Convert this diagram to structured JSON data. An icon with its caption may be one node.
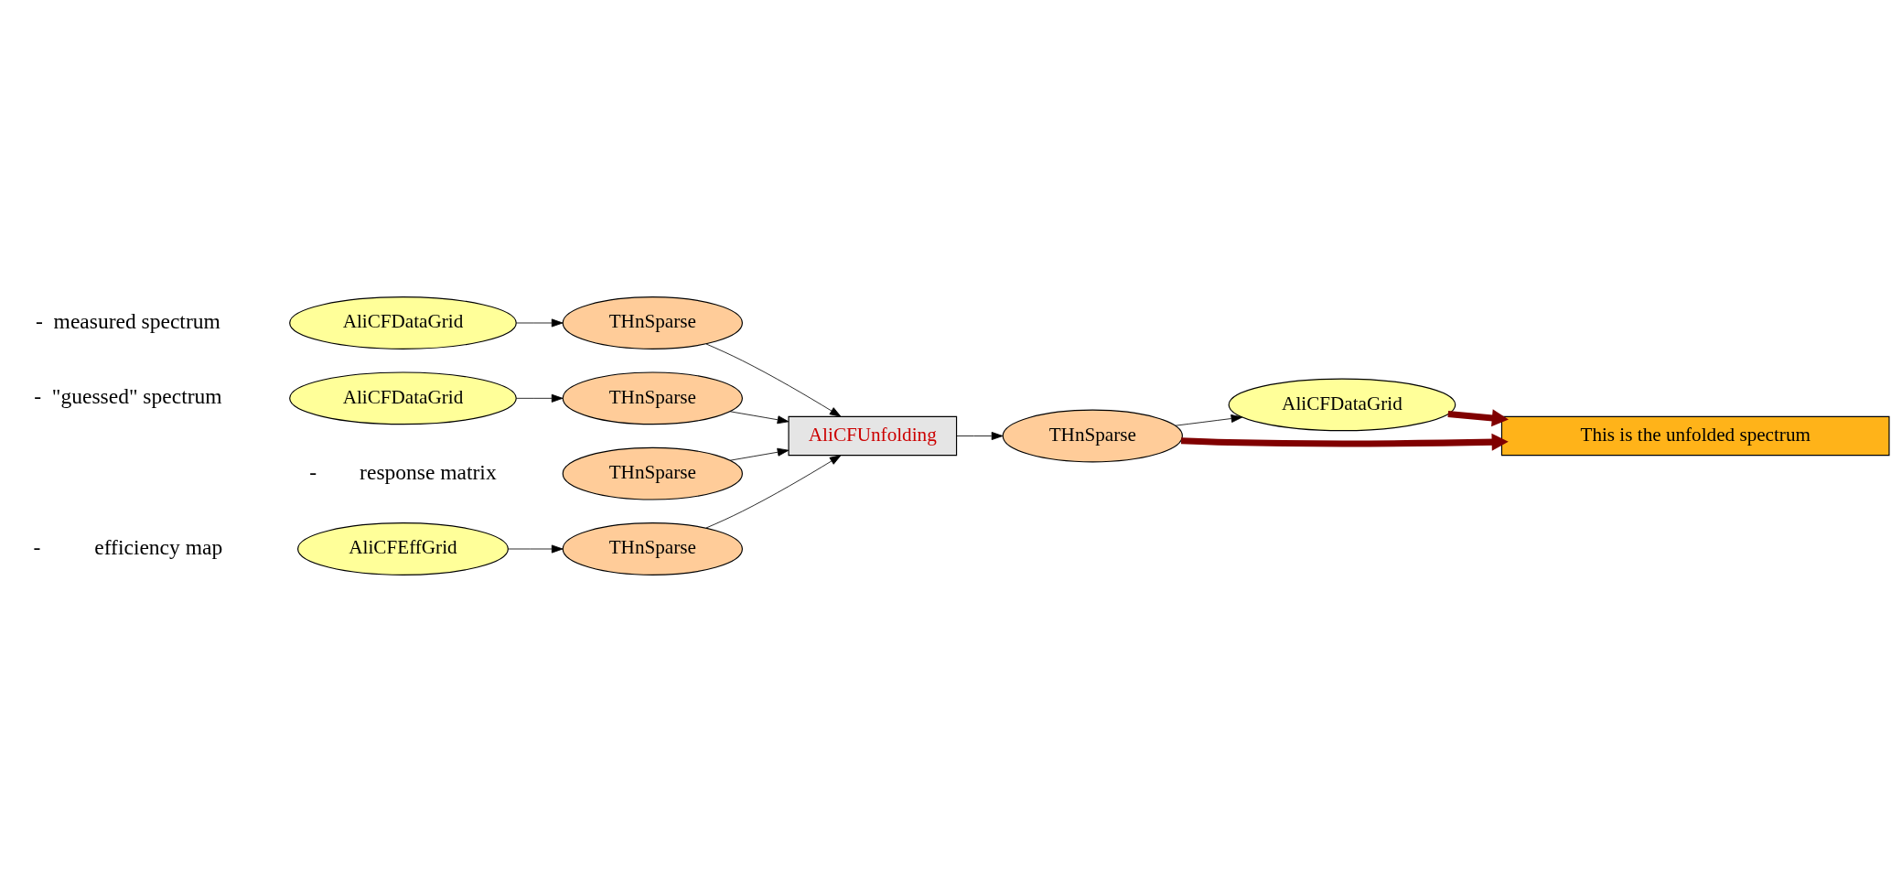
{
  "diagram": {
    "nodes": [
      {
        "text": [
          "AliCFEffGrid"
        ]
      },
      {
        "text": [
          "THnSparse"
        ]
      },
      {
        "text": [
          "AliCFDataGrid"
        ]
      },
      {
        "text": [
          "THnSparse"
        ]
      },
      {
        "text": [
          "AliCFDataGrid"
        ]
      },
      {
        "text": [
          "THnSparse"
        ]
      },
      {
        "text": [
          "THnSparse"
        ]
      },
      {
        "text": [
          "AliCFUnfolding"
        ]
      },
      {
        "text": [
          "THnSparse"
        ]
      },
      {
        "text": [
          "AliCFDataGrid"
        ]
      },
      {
        "text": [
          "This is the unfolded spectrum"
        ]
      }
    ],
    "edges": [
      {
        "from": 0,
        "to": 1,
        "arrow": "to"
      },
      {
        "from": 2,
        "to": 3,
        "arrow": "to"
      },
      {
        "from": 4,
        "to": 5,
        "arrow": "to"
      },
      {
        "from": 1,
        "to": 7,
        "arrow": "to"
      },
      {
        "from": 3,
        "to": 7,
        "arrow": "to"
      },
      {
        "from": 5,
        "to": 7,
        "arrow": "to"
      },
      {
        "from": 6,
        "to": 7,
        "arrow": "to"
      },
      {
        "from": 7,
        "to": 8,
        "arrow": "to"
      },
      {
        "from": 8,
        "to": 9,
        "arrow": "to"
      },
      {
        "from": 9,
        "to": 10,
        "arrow": "to",
        "style": "thick",
        "color": "#800000"
      },
      {
        "from": 8,
        "to": 10,
        "arrow": "to",
        "style": "thick",
        "color": "#800000"
      }
    ],
    "labels": [
      "-          efficiency map",
      "-  measured spectrum",
      "-  \"guessed\" spectrum",
      "-        response matrix"
    ]
  }
}
